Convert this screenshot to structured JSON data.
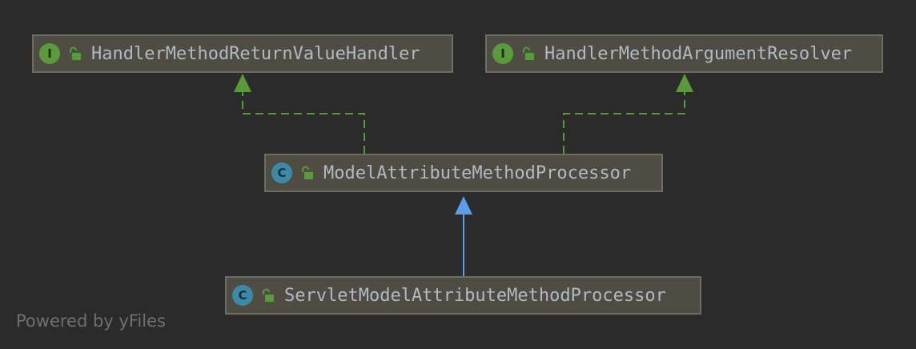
{
  "diagram": {
    "nodes": [
      {
        "id": "hmrvh",
        "kind": "interface",
        "badge": "I",
        "label": "HandlerMethodReturnValueHandler"
      },
      {
        "id": "hmar",
        "kind": "interface",
        "badge": "I",
        "label": "HandlerMethodArgumentResolver"
      },
      {
        "id": "mamp",
        "kind": "class",
        "badge": "C",
        "label": "ModelAttributeMethodProcessor"
      },
      {
        "id": "smamp",
        "kind": "class",
        "badge": "C",
        "label": "ServletModelAttributeMethodProcessor"
      }
    ],
    "edges": [
      {
        "from": "mamp",
        "to": "hmrvh",
        "type": "implements"
      },
      {
        "from": "mamp",
        "to": "hmar",
        "type": "implements"
      },
      {
        "from": "smamp",
        "to": "mamp",
        "type": "extends"
      }
    ]
  },
  "colors": {
    "implements": "#5b9a3c",
    "extends": "#5a9de8"
  },
  "footer": "Powered by yFiles"
}
